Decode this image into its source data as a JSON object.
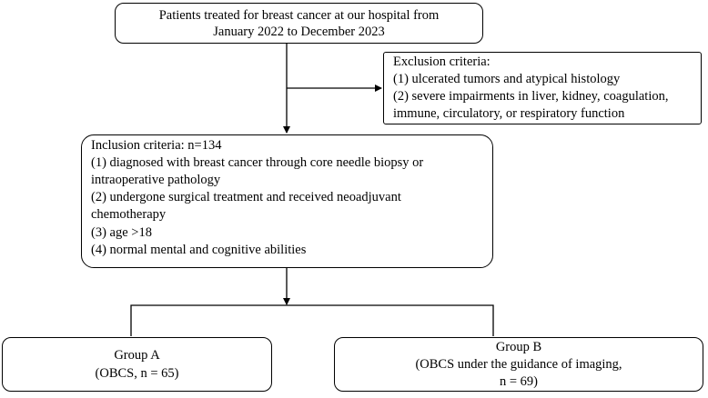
{
  "source": {
    "lines": [
      "Patients treated for breast cancer at our hospital from",
      "January 2022 to December 2023"
    ]
  },
  "exclusion": {
    "lines": [
      "Exclusion criteria:",
      "(1) ulcerated tumors and atypical histology",
      "(2) severe impairments in liver, kidney, coagulation,",
      "immune, circulatory, or respiratory function"
    ]
  },
  "inclusion": {
    "lines": [
      "Inclusion criteria: n=134",
      "(1) diagnosed with breast cancer through core needle biopsy or",
      "intraoperative pathology",
      "(2) undergone surgical treatment and received neoadjuvant",
      "chemotherapy",
      "(3) age >18",
      "(4) normal mental and cognitive abilities"
    ]
  },
  "group_a": {
    "lines": [
      "Group A",
      "(OBCS, n = 65)"
    ]
  },
  "group_b": {
    "lines": [
      "Group B",
      "(OBCS under the guidance of imaging,",
      "n = 69)"
    ]
  }
}
